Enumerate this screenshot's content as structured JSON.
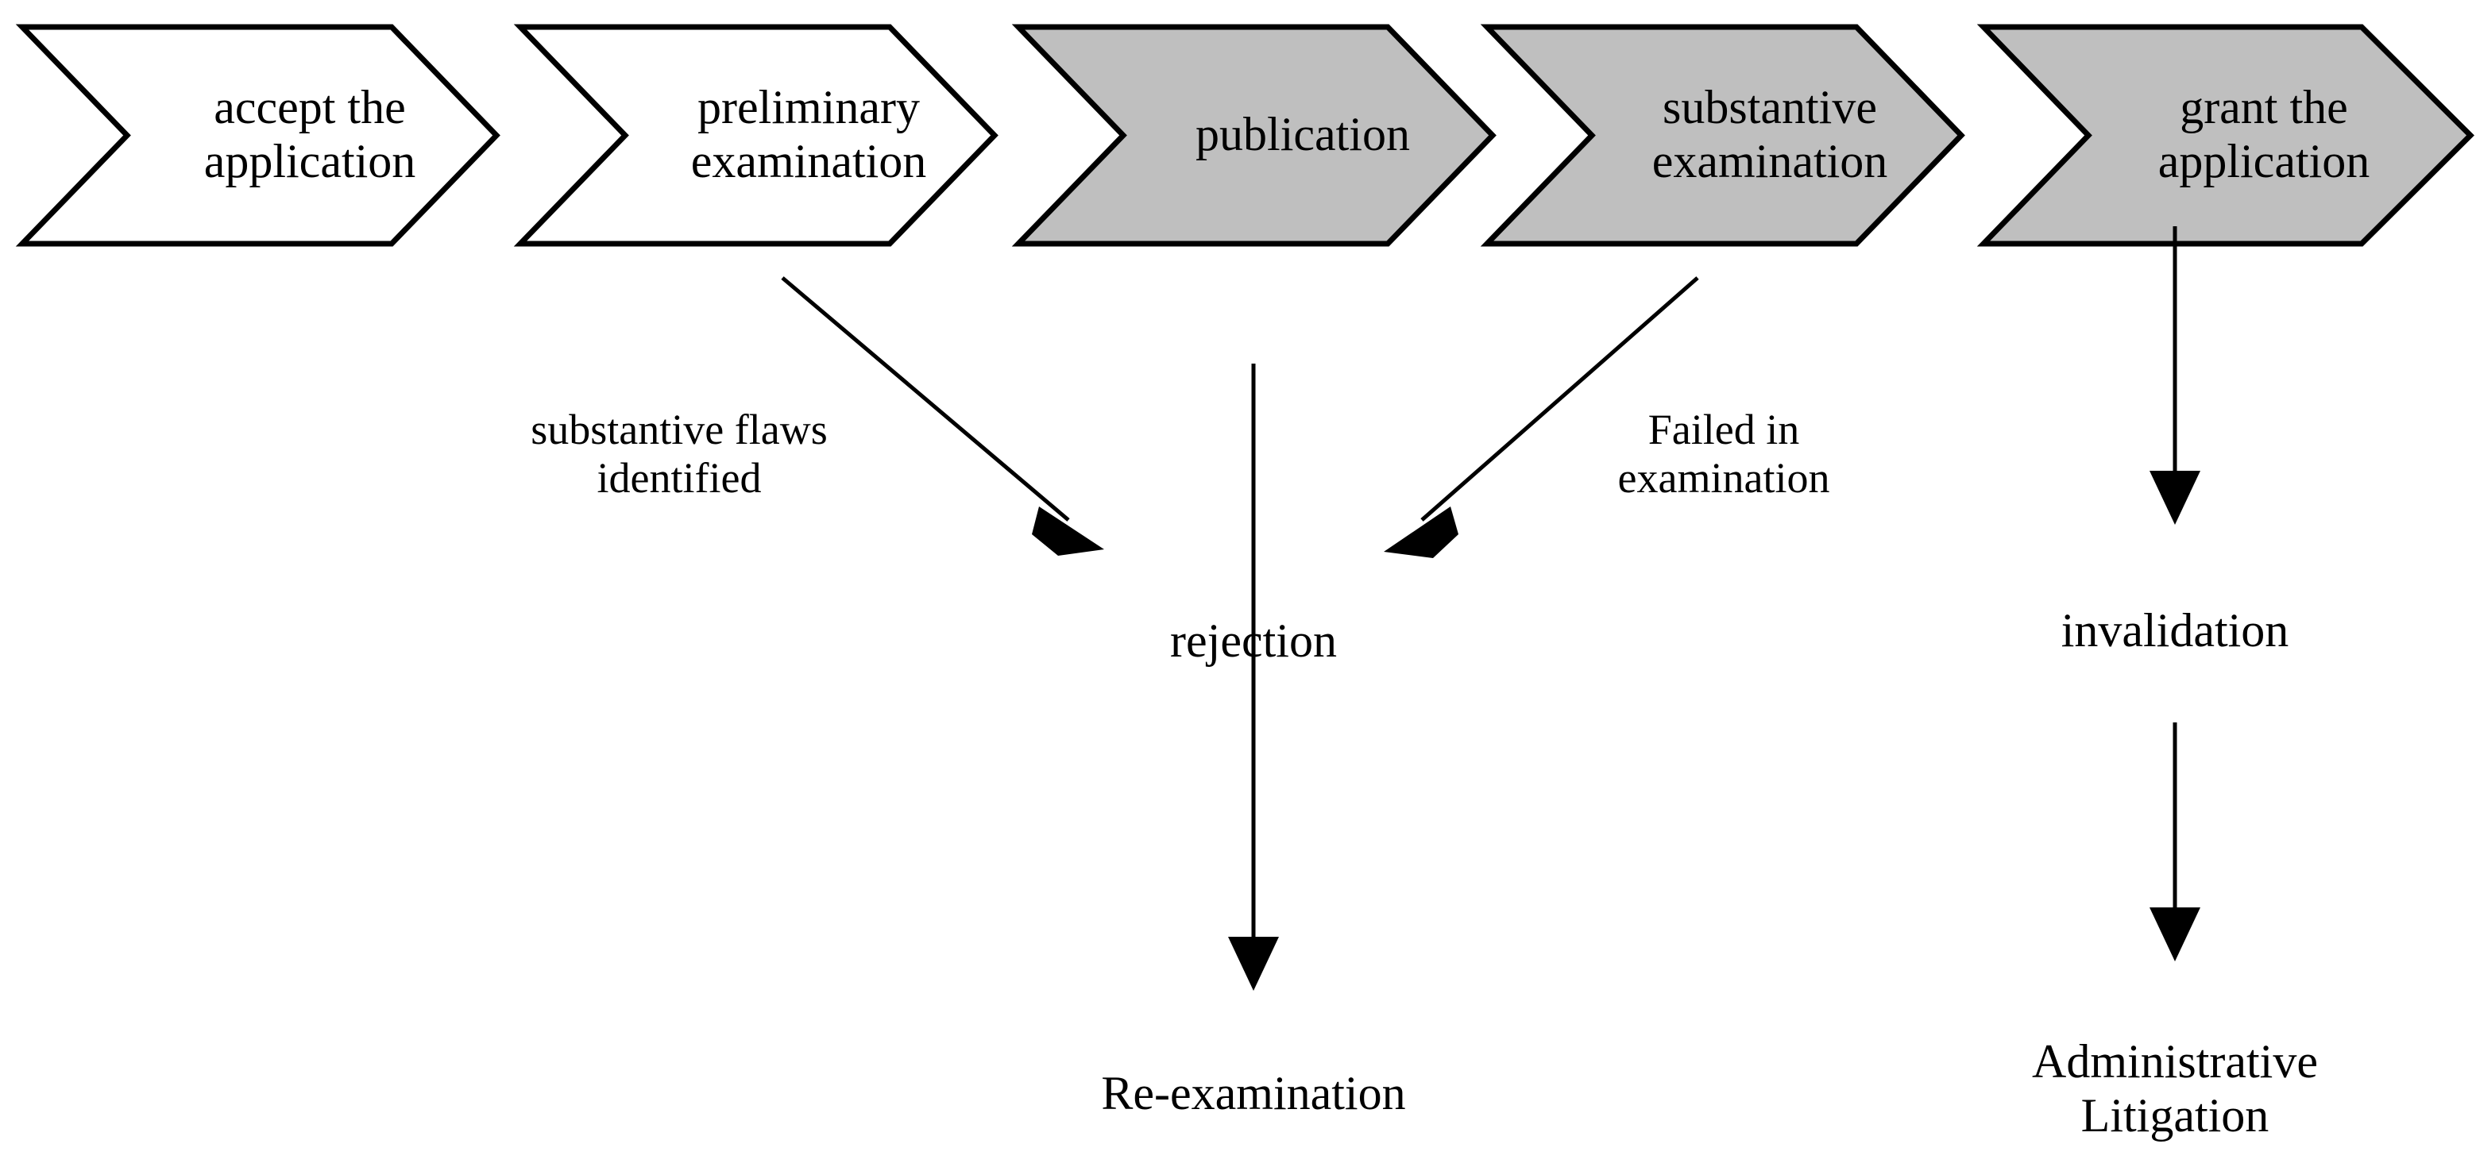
{
  "diagram": {
    "title": "Patent application examination process flow",
    "colors": {
      "stage_fill_pending": "#FFFFFF",
      "stage_fill_completed": "#BFBFBF",
      "stroke": "#000000",
      "background": "#FFFFFF"
    },
    "stages": [
      {
        "id": "accept",
        "label": "accept the\napplication",
        "fill": "white"
      },
      {
        "id": "preliminary",
        "label": "preliminary\nexamination",
        "fill": "white"
      },
      {
        "id": "publication",
        "label": "publication",
        "fill": "gray"
      },
      {
        "id": "substantive",
        "label": "substantive\nexamination",
        "fill": "gray"
      },
      {
        "id": "grant",
        "label": "grant the\napplication",
        "fill": "gray"
      }
    ],
    "outcomes": [
      {
        "id": "rejection",
        "label": "rejection"
      },
      {
        "id": "re-examination",
        "label": "Re-examination"
      },
      {
        "id": "invalidation",
        "label": "invalidation"
      },
      {
        "id": "administrative-litigation",
        "label": "Administrative\nLitigation"
      }
    ],
    "edge_labels": [
      {
        "id": "substantive-flaws",
        "label": "substantive flaws\nidentified"
      },
      {
        "id": "failed-exam",
        "label": "Failed in\nexamination"
      }
    ],
    "connections": [
      {
        "from": "preliminary",
        "to": "rejection",
        "label": "substantive flaws identified",
        "kind": "diagonal-right-down"
      },
      {
        "from": "substantive",
        "to": "rejection",
        "label": "Failed in examination",
        "kind": "diagonal-left-down"
      },
      {
        "from": "rejection",
        "to": "re-examination",
        "label": "",
        "kind": "vertical-down"
      },
      {
        "from": "grant",
        "to": "invalidation",
        "label": "",
        "kind": "vertical-down"
      },
      {
        "from": "invalidation",
        "to": "administrative-litigation",
        "label": "",
        "kind": "vertical-down"
      }
    ]
  }
}
